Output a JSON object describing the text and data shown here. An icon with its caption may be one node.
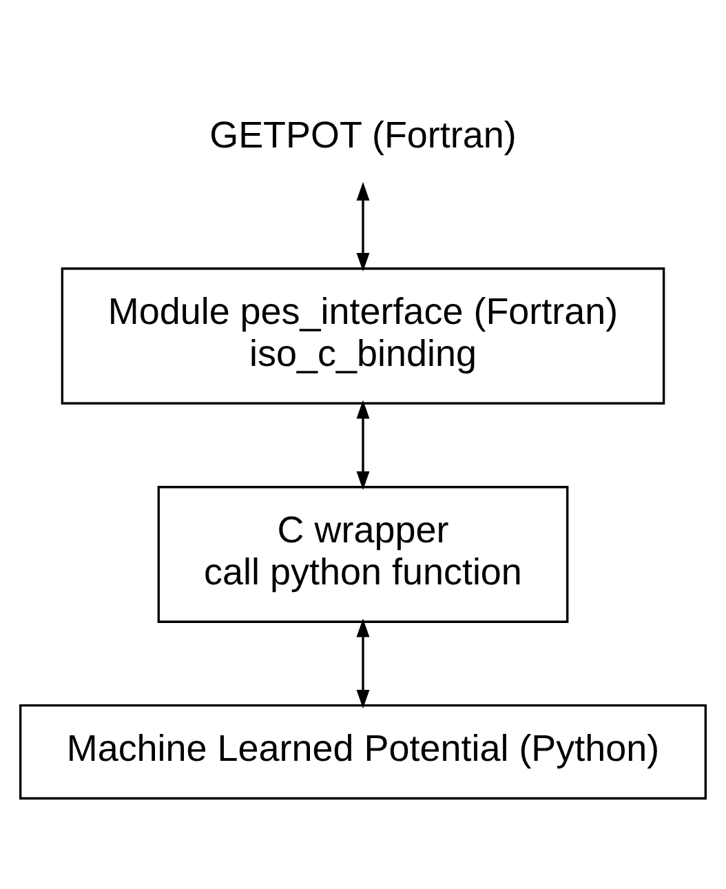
{
  "diagram": {
    "nodes": [
      {
        "text": [
          "GETPOT (Fortran)"
        ]
      },
      {
        "text": [
          "Module pes_interface (Fortran)",
          "iso_c_binding"
        ]
      },
      {
        "text": [
          "C wrapper",
          "call python function"
        ]
      },
      {
        "text": [
          "Machine Learned Potential (Python)"
        ]
      }
    ],
    "edges": [
      {
        "from": 0,
        "to": 1,
        "arrow": "both"
      },
      {
        "from": 1,
        "to": 2,
        "arrow": "both"
      },
      {
        "from": 2,
        "to": 3,
        "arrow": "both"
      }
    ]
  }
}
